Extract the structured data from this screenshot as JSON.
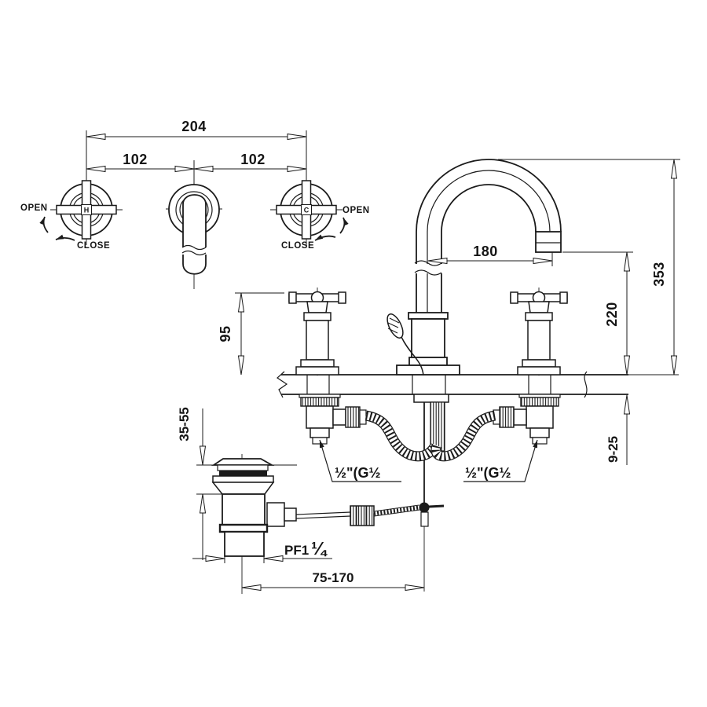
{
  "top_view": {
    "dim_overall": "204",
    "dim_half_left": "102",
    "dim_half_right": "102",
    "hot_letter": "H",
    "cold_letter": "C",
    "open_label": "OPEN",
    "close_label": "CLOSE"
  },
  "side_view": {
    "dim_spout_reach": "180",
    "dim_overall_height": "353",
    "dim_outlet_height": "220",
    "dim_handle_height": "95",
    "dim_deck_range": "9-25",
    "hose_label_left": "½\"(G½",
    "hose_label_right": "½\"(G½"
  },
  "drain": {
    "dim_flange_range": "35-55",
    "thread_label": "PF1",
    "thread_fraction": "¼",
    "dim_rod_range": "75-170"
  }
}
